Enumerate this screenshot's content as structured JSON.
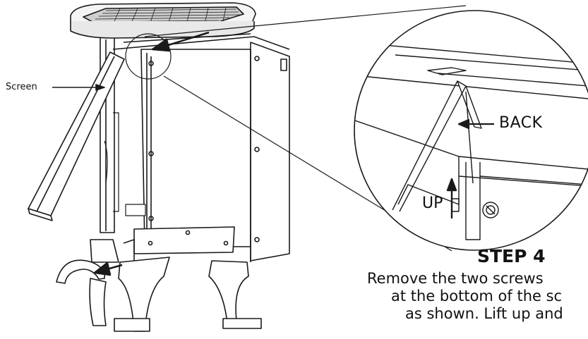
{
  "labels": {
    "screen": "Screen",
    "back": "BACK",
    "up": "UP"
  },
  "step": {
    "title": "STEP 4",
    "lines": [
      "Remove the two screws",
      "at the bottom of the sc",
      "as shown. Lift up and"
    ]
  },
  "colors": {
    "line": "#1a1a1a",
    "background": "#ffffff"
  }
}
